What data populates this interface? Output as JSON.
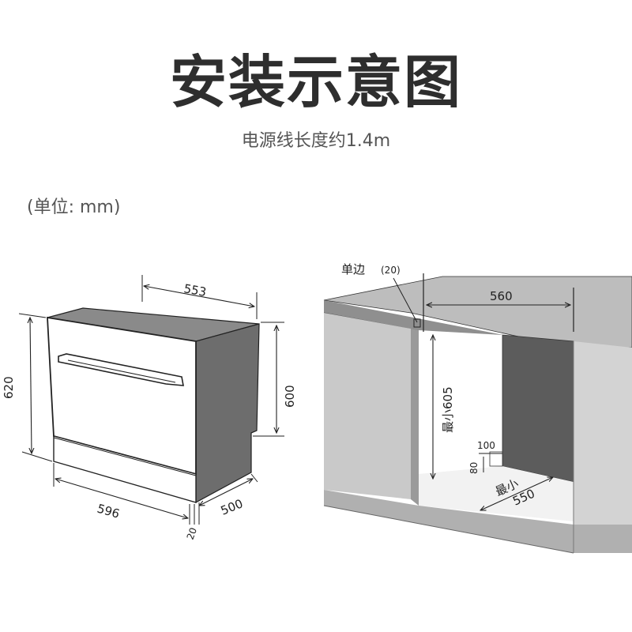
{
  "header": {
    "title": "安装示意图",
    "subtitle": "电源线长度约1.4m",
    "unit_note": "(单位: mm)"
  },
  "appliance": {
    "top_depth": "553",
    "height": "620",
    "side_height": "600",
    "width": "596",
    "depth": "500",
    "door_thickness": "20"
  },
  "cabinet": {
    "side_gap_label": "单边",
    "side_gap_value": "(20)",
    "opening_width": "560",
    "min_height": "最小605",
    "notch_width": "100",
    "notch_height": "80",
    "min_depth_label": "最小",
    "min_depth_value": "550"
  }
}
